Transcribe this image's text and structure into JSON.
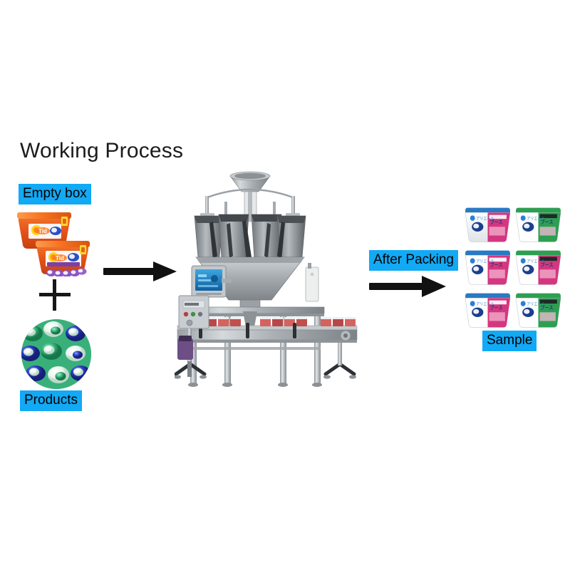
{
  "page": {
    "title": "Working Process",
    "background_color": "#ffffff",
    "highlight_color": "#12a9f5",
    "text_color": "#1c1c1c"
  },
  "labels": {
    "empty_box": "Empty box",
    "products": "Products",
    "after_packing": "After Packing",
    "sample": "Sample"
  },
  "icons": {
    "plus": "plus-sign",
    "arrow_1": "right-arrow-icon",
    "arrow_2": "right-arrow-icon"
  },
  "inputs": {
    "empty_box": {
      "name": "empty-box-containers",
      "count": 2,
      "description": "Orange detergent pod tubs",
      "colors": {
        "body": "#e8561a",
        "accent": "#f7a31a",
        "label": "#ffffff"
      }
    },
    "products": {
      "name": "detergent-pods",
      "description": "Green, blue and white laundry pods",
      "colors": {
        "green": "#2aa56d",
        "blue": "#2b35b8",
        "white": "#f2fbf6"
      }
    }
  },
  "machine": {
    "name": "multihead-weigher-filling-machine",
    "parts": [
      "top-feed-hopper",
      "vibratory-feeder-cone",
      "weighing-buckets",
      "discharge-chute",
      "hmi-touchscreen",
      "conveyor-belt",
      "control-panel-box",
      "support-frame-legs"
    ],
    "hmi_screen_color": "#1a7fc4",
    "frame_color": "#b9bec2"
  },
  "output": {
    "sample": {
      "name": "packed-product-samples",
      "rows": 3,
      "columns": 2,
      "count": 6,
      "variants": [
        {
          "position": "row1-col1",
          "lid": "#2a79c4",
          "label": "#d4377f"
        },
        {
          "position": "row1-col2",
          "lid": "#2e9f52",
          "label": "#2e9f52"
        },
        {
          "position": "row2-col1",
          "lid": "#2a79c4",
          "label": "#d4377f"
        },
        {
          "position": "row2-col2",
          "lid": "#2e9f52",
          "label": "#d4377f"
        },
        {
          "position": "row3-col1",
          "lid": "#2a79c4",
          "label": "#d4377f"
        },
        {
          "position": "row3-col2",
          "lid": "#2e9f52",
          "label": "#2e9f52"
        }
      ]
    }
  }
}
